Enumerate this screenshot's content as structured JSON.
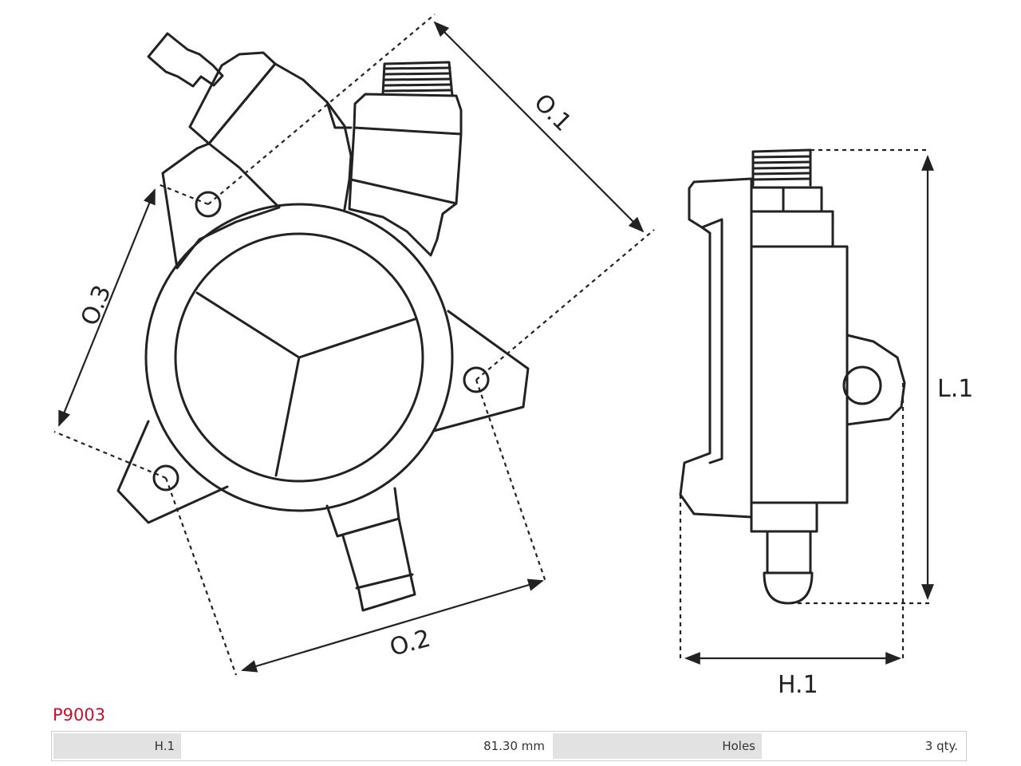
{
  "drawing": {
    "labels": {
      "o1": "O.1",
      "o2": "O.2",
      "o3": "O.3",
      "l1": "L.1",
      "h1": "H.1"
    }
  },
  "part_number": "P9003",
  "specs": [
    {
      "label": "H.1",
      "value": "81.30 mm"
    },
    {
      "label": "Holes",
      "value": "3 qty."
    }
  ]
}
